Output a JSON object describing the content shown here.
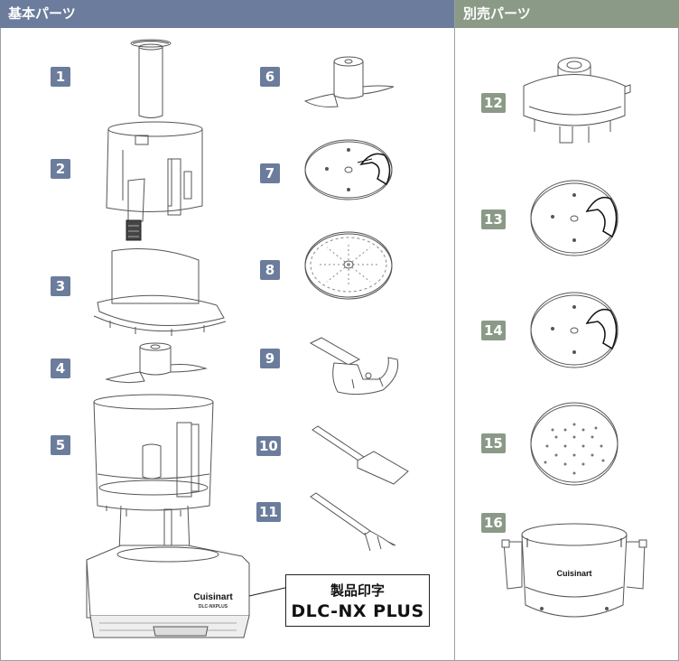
{
  "sections": {
    "basic_title": "基本パーツ",
    "optional_title": "別売パーツ"
  },
  "badges": {
    "basic": [
      "1",
      "2",
      "3",
      "4",
      "5",
      "6",
      "7",
      "8",
      "9",
      "10",
      "11"
    ],
    "optional": [
      "12",
      "13",
      "14",
      "15",
      "16"
    ]
  },
  "callout": {
    "line1": "製品印字",
    "line2": "DLC-NX PLUS"
  },
  "base": {
    "brand": "Cuisinart",
    "model_small": "DLC-NXPLUS"
  },
  "bowl16": {
    "brand": "Cuisinart"
  },
  "colors": {
    "basic_accent": "#6b7c9c",
    "optional_accent": "#8a9a87"
  }
}
